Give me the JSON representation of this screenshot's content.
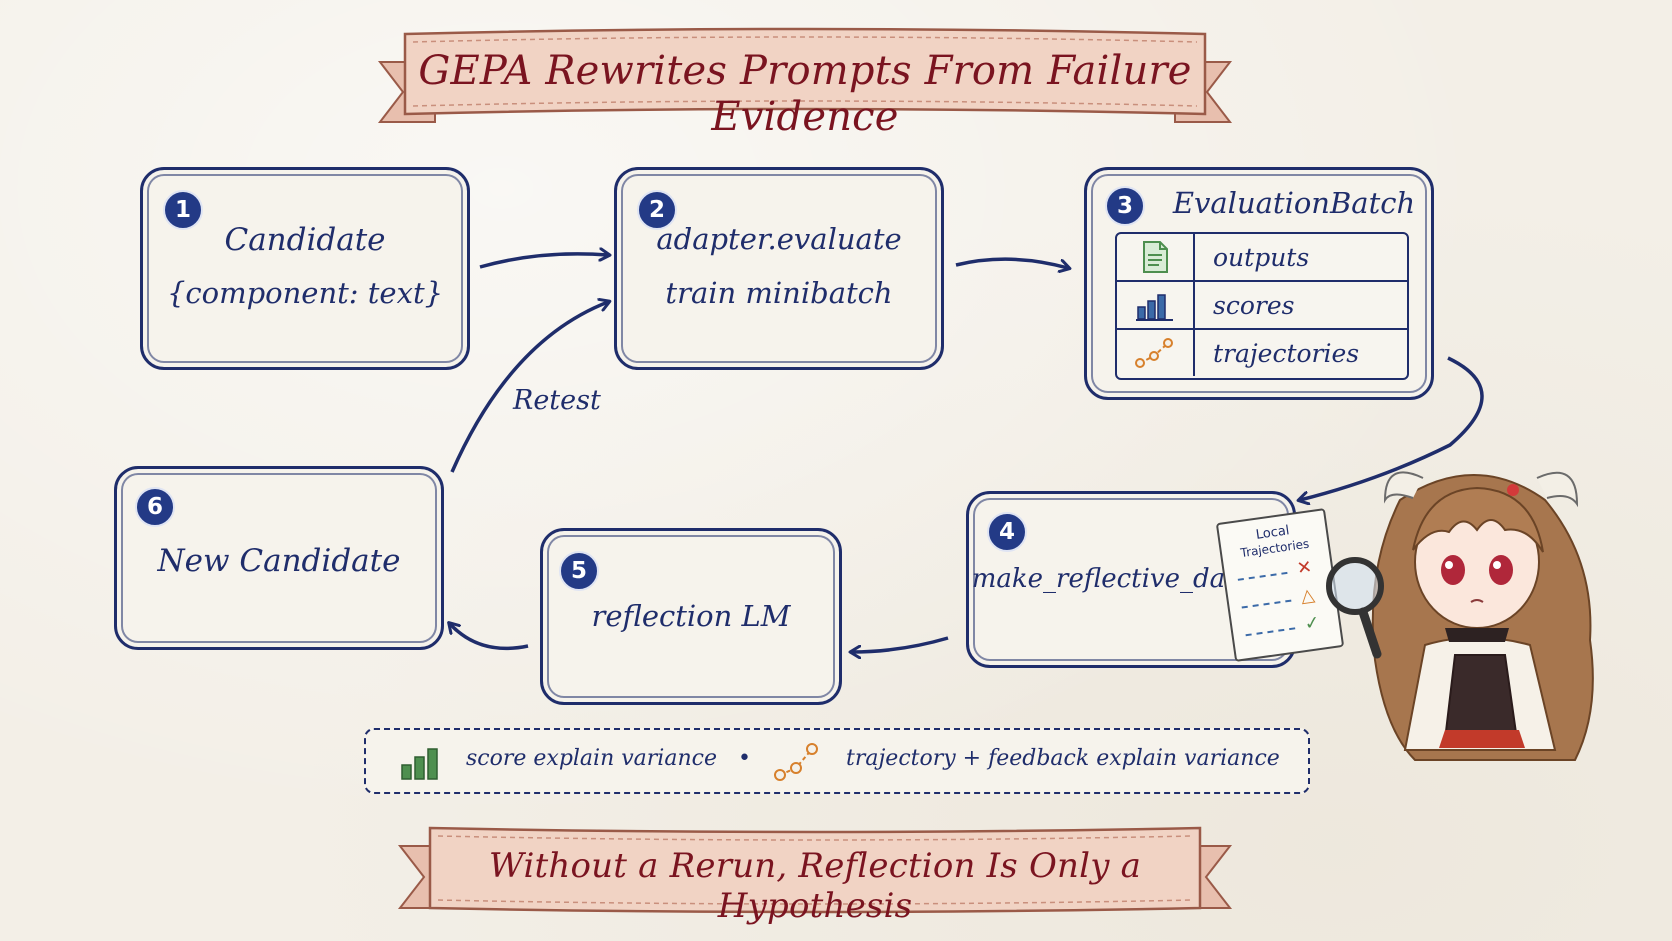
{
  "title": "GEPA Rewrites Prompts From Failure Evidence",
  "footer": "Without a Rerun, Reflection Is Only a Hypothesis",
  "nodes": [
    {
      "num": "1",
      "line1": "Candidate",
      "line2": "{component: text}"
    },
    {
      "num": "2",
      "line1": "adapter.evaluate",
      "line2": "train minibatch"
    },
    {
      "num": "3",
      "line1": "EvaluationBatch",
      "rows": [
        "outputs",
        "scores",
        "trajectories"
      ]
    },
    {
      "num": "4",
      "line1": "make_reflective_dataset"
    },
    {
      "num": "5",
      "line1": "reflection LM"
    },
    {
      "num": "6",
      "line1": "New Candidate"
    }
  ],
  "edge_labels": {
    "retest": "Retest"
  },
  "legend": {
    "score": "score  explain variance",
    "bullet": "•",
    "trajectory": "trajectory + feedback  explain variance"
  },
  "mascot": {
    "clipboard_title_1": "Local",
    "clipboard_title_2": "Trajectories",
    "marks": [
      "✕",
      "△",
      "✓"
    ]
  },
  "colors": {
    "navy": "#1f2d6b",
    "ribbon": "#f1d3c4",
    "ribbon_text": "#7a1420",
    "badge": "#233a86",
    "bar_green": "#4e8f4f",
    "traj_orange": "#d7802c",
    "bar_blue": "#3b6aa8"
  },
  "icons": [
    "document-icon",
    "bar-chart-icon",
    "trajectory-icon",
    "magnifier-icon"
  ]
}
